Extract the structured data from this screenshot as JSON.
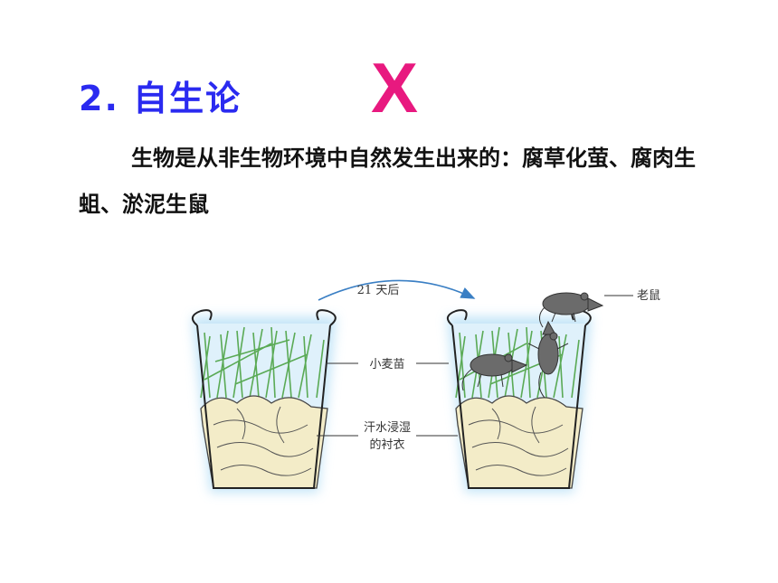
{
  "title": "2. 自生论",
  "verdict_mark": "X",
  "description": "生物是从非生物环境中自然发生出来的：腐草化萤、腐肉生蛆、淤泥生鼠",
  "figure": {
    "arrow_label": "21 天后",
    "label_mouse": "老鼠",
    "label_wheat": "小麦苗",
    "label_shirt_line1": "汗水浸湿",
    "label_shirt_line2": "的衬衣"
  },
  "colors": {
    "title": "#2a2af0",
    "verdict_mark": "#e8197f",
    "arrow": "#3a7fc4",
    "glow": "#bfe3f7",
    "wheat": "#5aaa55",
    "cloth": "#f3ecc8",
    "mouse": "#6b6b6b"
  }
}
